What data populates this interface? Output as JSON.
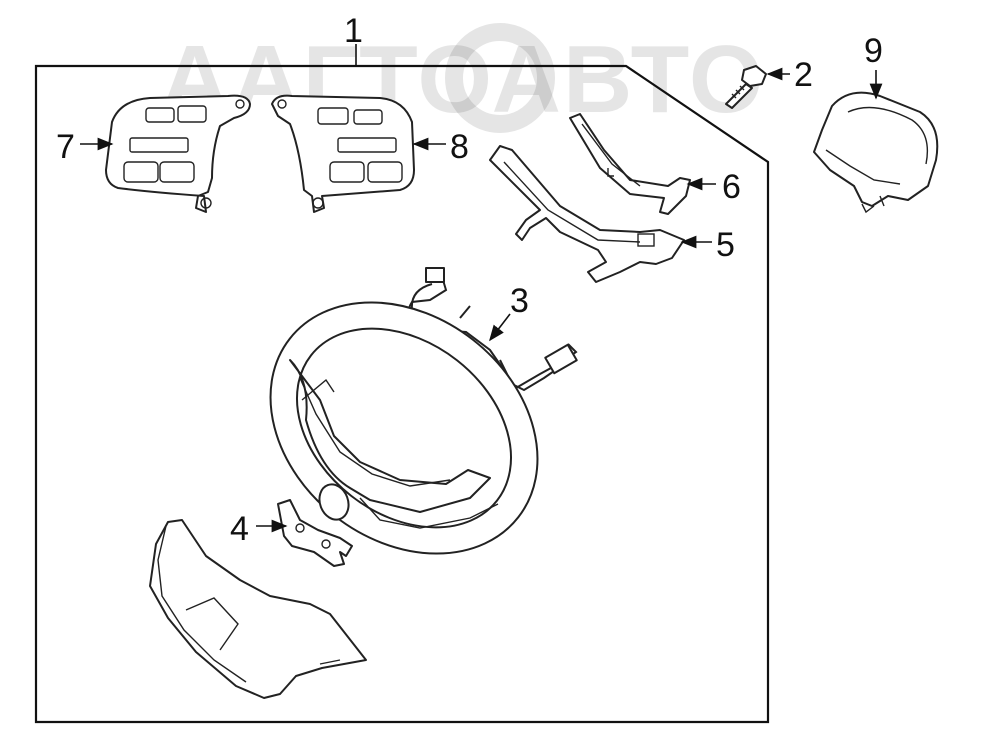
{
  "watermark": {
    "text": "ААГТОАВТО"
  },
  "callouts": [
    {
      "id": "callout-1",
      "text": "1"
    },
    {
      "id": "callout-2",
      "text": "2"
    },
    {
      "id": "callout-3",
      "text": "3"
    },
    {
      "id": "callout-4",
      "text": "4"
    },
    {
      "id": "callout-5",
      "text": "5"
    },
    {
      "id": "callout-6",
      "text": "6"
    },
    {
      "id": "callout-7",
      "text": "7"
    },
    {
      "id": "callout-8",
      "text": "8"
    },
    {
      "id": "callout-9",
      "text": "9"
    }
  ],
  "colors": {
    "line": "#222222",
    "background": "#ffffff",
    "watermark": "#000000"
  }
}
